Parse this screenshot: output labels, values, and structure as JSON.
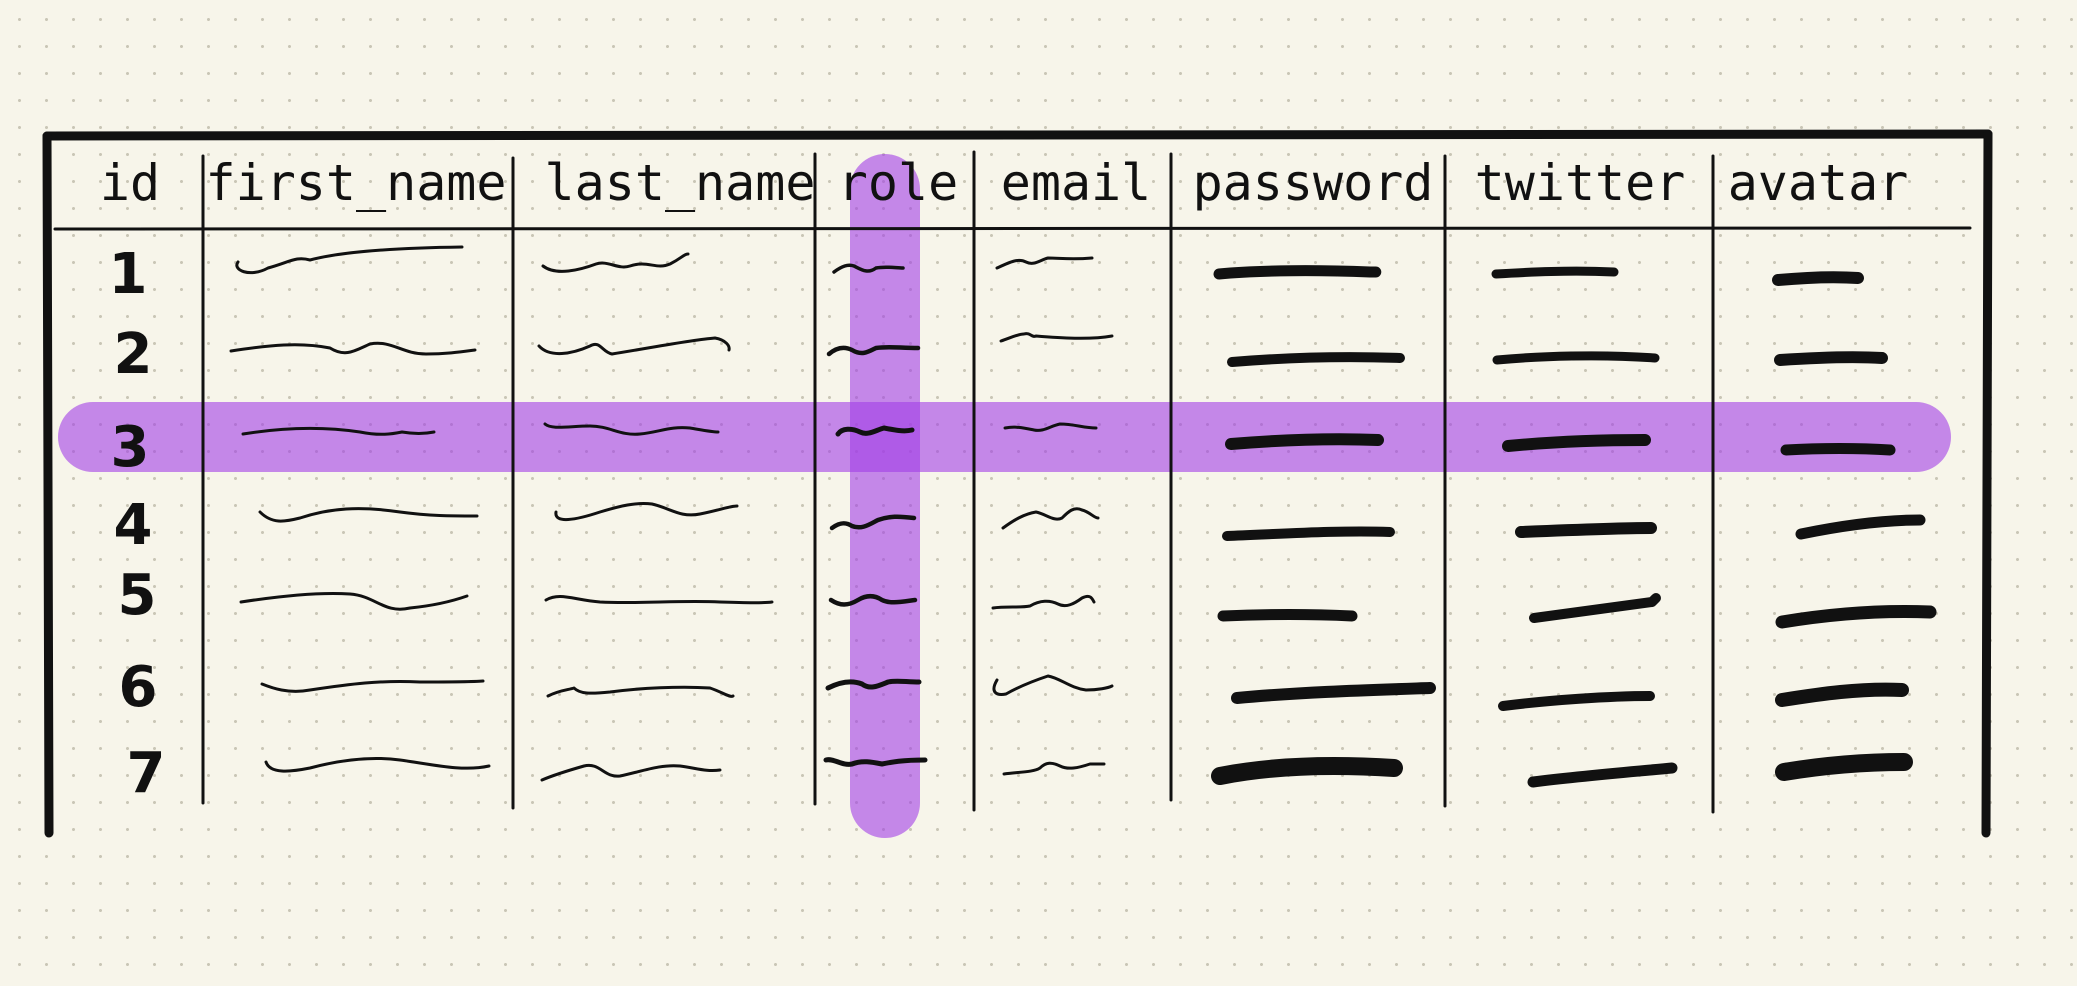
{
  "table": {
    "columns": [
      "id",
      "first_name",
      "last_name",
      "role",
      "email",
      "password",
      "twitter",
      "avatar"
    ],
    "row_ids": [
      "1",
      "2",
      "3",
      "4",
      "5",
      "6",
      "7"
    ],
    "highlight": {
      "row": "3",
      "column": "role",
      "color": "#a23ee6"
    }
  },
  "colors": {
    "background": "#f7f5ea",
    "ink": "#111111",
    "highlight": "#a23ee6"
  }
}
